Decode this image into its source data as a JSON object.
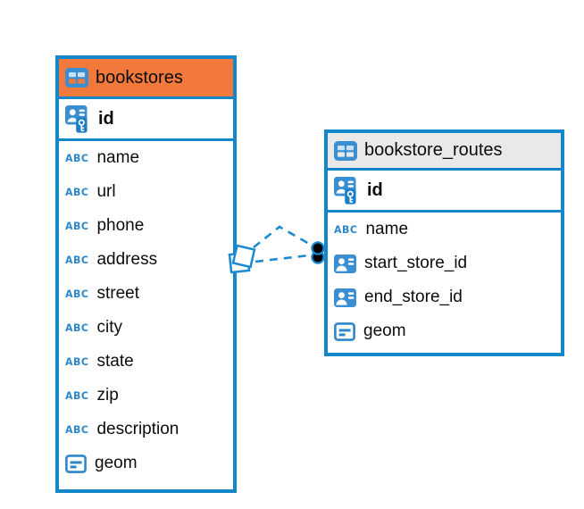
{
  "colors": {
    "accent_blue": "#1487cb",
    "bookstores_header": "#f2793c",
    "routes_header": "#e9e9e9",
    "icon_blue": "#3a8ed2",
    "type_glyph_blue": "#2f87c9",
    "connector_blue": "#1c8ad1",
    "endpoint_dot_fill": "#000000",
    "text": "#0c0c0c",
    "canvas_bg": "#ffffff"
  },
  "icons": {
    "abc_text": "ABC"
  },
  "tables": [
    {
      "title": "bookstores",
      "primary_key": "id",
      "columns": [
        {
          "label": "name",
          "type": "text"
        },
        {
          "label": "url",
          "type": "text"
        },
        {
          "label": "phone",
          "type": "text"
        },
        {
          "label": "address",
          "type": "text"
        },
        {
          "label": "street",
          "type": "text"
        },
        {
          "label": "city",
          "type": "text"
        },
        {
          "label": "state",
          "type": "text"
        },
        {
          "label": "zip",
          "type": "text"
        },
        {
          "label": "description",
          "type": "text"
        },
        {
          "label": "geom",
          "type": "geometry"
        }
      ]
    },
    {
      "title": "bookstore_routes",
      "primary_key": "id",
      "columns": [
        {
          "label": "name",
          "type": "text"
        },
        {
          "label": "start_store_id",
          "type": "reference"
        },
        {
          "label": "end_store_id",
          "type": "reference"
        },
        {
          "label": "geom",
          "type": "geometry"
        }
      ]
    }
  ],
  "relationship": {
    "style": "dashed",
    "from_table": "bookstores",
    "to_table": "bookstore_routes",
    "link_count": 2
  }
}
